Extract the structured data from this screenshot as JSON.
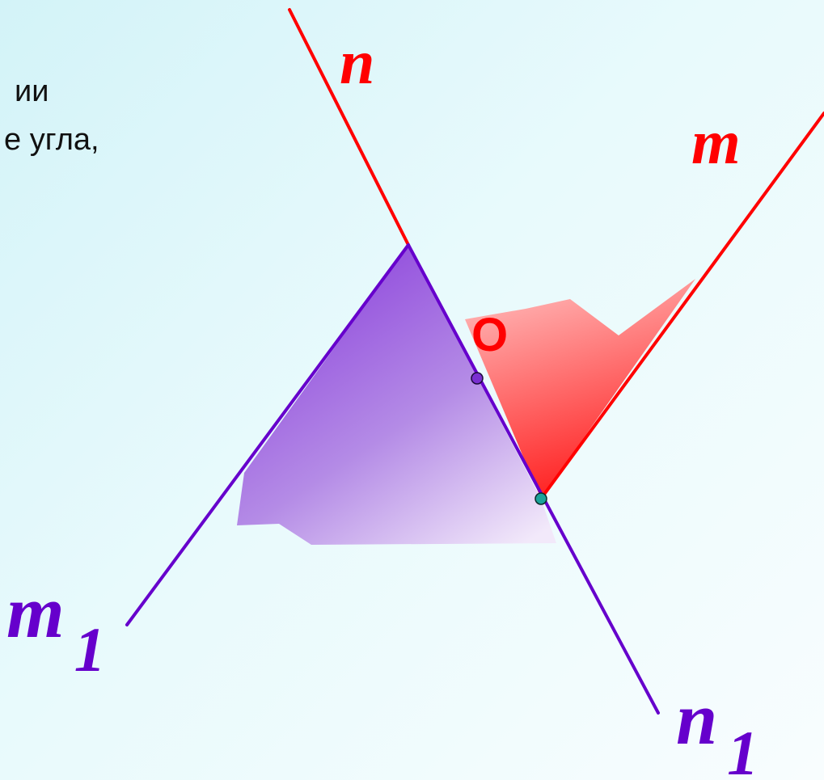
{
  "text_lines": [
    "ии",
    "е угла,"
  ],
  "labels": {
    "n": "n",
    "m": "m",
    "m1_base": "m",
    "m1_sub": "1",
    "n1_base": "n",
    "n1_sub": "1",
    "o": "O"
  },
  "colors": {
    "red": "#ff0000",
    "purple": "#6600cc",
    "point_purple": "#7a2fd0",
    "point_teal": "#1aa39a"
  }
}
